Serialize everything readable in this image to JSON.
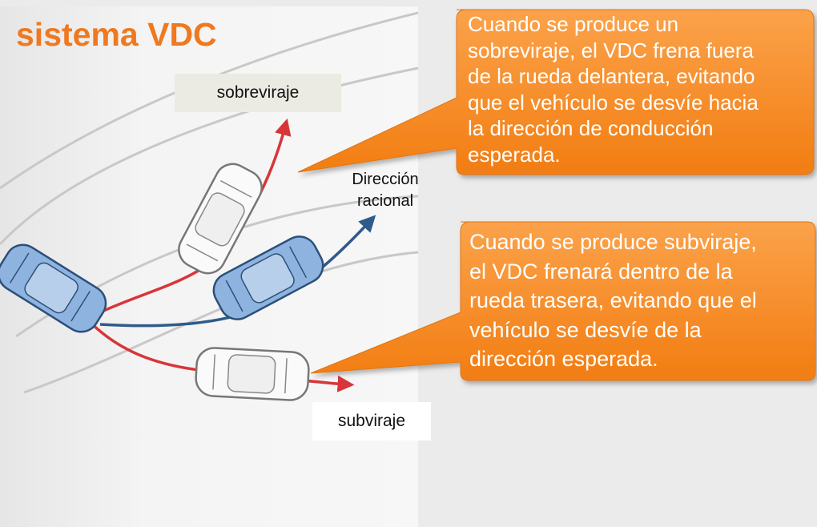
{
  "title": "sistema VDC",
  "labels": {
    "oversteer": "sobreviraje",
    "understeer": "subviraje",
    "direction_line1": "Dirección",
    "direction_line2": "racional"
  },
  "callouts": {
    "oversteer": {
      "lines": [
        "Cuando se produce un",
        "sobreviraje, el VDC frena fuera",
        "de la rueda delantera, evitando",
        "que el vehículo se desvíe hacia",
        "la dirección de conducción",
        "esperada."
      ]
    },
    "understeer": {
      "lines": [
        "Cuando se produce subviraje,",
        "el VDC frenará dentro de la",
        "rueda trasera, evitando que el",
        "vehículo se desvíe de la",
        "dirección esperada."
      ]
    }
  },
  "colors": {
    "title": "#f0781e",
    "callout": "#f5861f",
    "oversteer_arrow": "#d8353a",
    "ideal_arrow": "#2f5b8a",
    "car_highlight": "#8fb3df"
  }
}
